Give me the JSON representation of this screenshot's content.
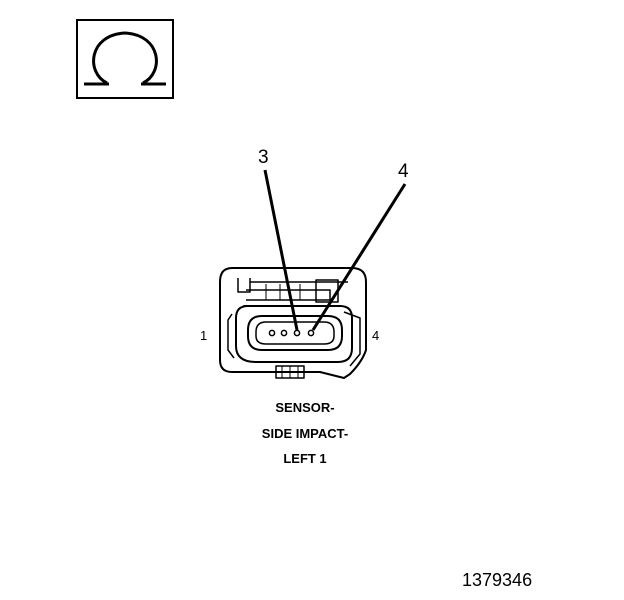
{
  "symbol": {
    "name": "ohm-icon",
    "glyph": "Ω"
  },
  "callouts": {
    "pin3": "3",
    "pin4": "4"
  },
  "connector": {
    "cavity_left": "1",
    "cavity_right": "4"
  },
  "caption": {
    "line1": "SENSOR-",
    "line2": "SIDE IMPACT-",
    "line3": "LEFT 1"
  },
  "figure_id": "1379346"
}
